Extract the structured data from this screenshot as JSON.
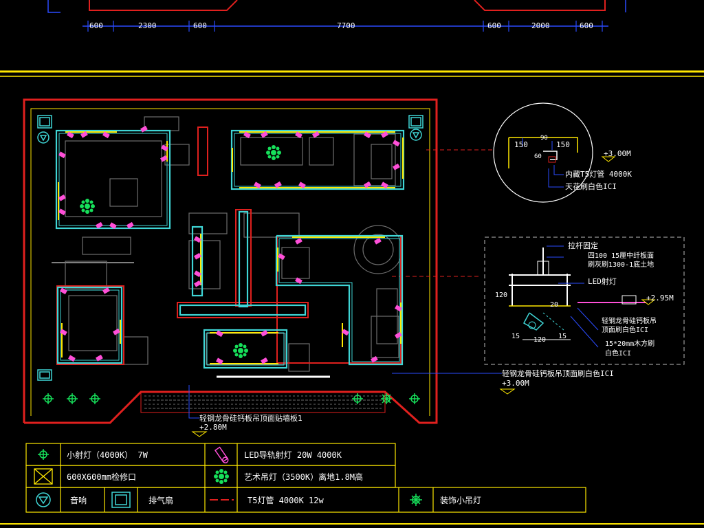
{
  "dimensions": [
    "600",
    "2300",
    "600",
    "7700",
    "600",
    "2000",
    "600"
  ],
  "section_detail_1": {
    "dims": [
      "150",
      "90",
      "150",
      "60"
    ],
    "level": "+3.00M",
    "note_light": "内藏T5灯管  4000K",
    "note_ceiling": "天花刷白色ICI"
  },
  "section_detail_2": {
    "note_rod": "拉杆固定",
    "note_panel_1": "四100 15厘中纤板面",
    "note_panel_2": "刷灰刷1300-1底土地",
    "note_led": "LED射灯",
    "level": "+2.95M",
    "note_keel_1": "轻钢龙骨硅钙板吊",
    "note_keel_2": "顶面刷白色ICI",
    "note_wood_1": "15*20mm木方刷",
    "note_wood_2": "白色ICI",
    "dims": [
      "120",
      "20",
      "15",
      "120",
      "15"
    ]
  },
  "plan_notes": {
    "right_note": "轻钢龙骨硅钙板吊顶面刷白色ICI",
    "right_level": "+3.00M",
    "bottom_note": "轻钢龙骨硅钙板吊顶面贴墙板1",
    "bottom_level": "+2.80M"
  },
  "legend": [
    {
      "icon": "spotlight-icon",
      "label": "小射灯（4000K）   7W"
    },
    {
      "icon": "led-track-light-icon",
      "label": "LED导轨射灯 20W 4000K"
    },
    {
      "icon": "access-panel-icon",
      "label": "600X600mm检修口"
    },
    {
      "icon": "art-chandelier-icon",
      "label": "艺术吊灯（3500K）离地1.8M高"
    },
    {
      "icon": "speaker-icon",
      "label": "音响"
    },
    {
      "icon": "exhaust-fan-icon",
      "label": "排气扇"
    },
    {
      "icon": "t5-tube-icon",
      "label": "T5灯管  4000K 12w"
    },
    {
      "icon": "decorative-pendant-icon",
      "label": "装饰小吊灯"
    }
  ],
  "colors": {
    "wall": "#e0201e",
    "ceiling": "#3fd6d6",
    "dimension": "#2a4bff",
    "lamp": "#ff4fd8",
    "green": "#16e05a",
    "yellow": "#ffe800",
    "grey": "#6d6d6d"
  }
}
